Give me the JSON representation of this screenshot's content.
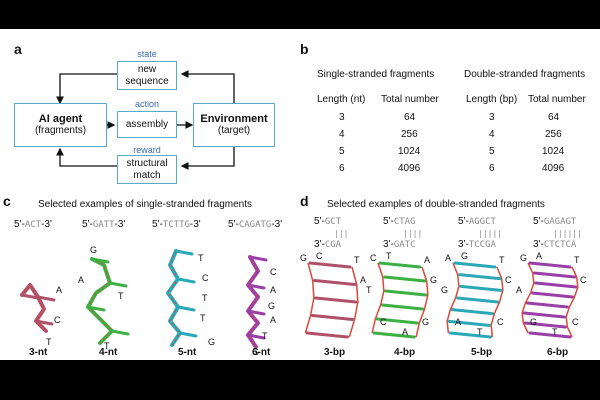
{
  "panels": {
    "a": "a",
    "b": "b",
    "c": "c",
    "d": "d"
  },
  "panel_a": {
    "state_label": "state",
    "state_line1": "new",
    "state_line2": "sequence",
    "action_label": "action",
    "assembly": "assembly",
    "reward_label": "reward",
    "reward_line1": "structural",
    "reward_line2": "match",
    "agent_title": "AI agent",
    "agent_sub": "(fragments)",
    "env_title": "Environment",
    "env_sub": "(target)"
  },
  "panel_b": {
    "ss_title": "Single-stranded fragments",
    "ds_title": "Double-stranded fragments",
    "ss_col1": "Length (nt)",
    "ss_col2": "Total number",
    "ds_col1": "Length (bp)",
    "ds_col2": "Total number",
    "rows": [
      {
        "len": "3",
        "num": "64"
      },
      {
        "len": "4",
        "num": "256"
      },
      {
        "len": "5",
        "num": "1024"
      },
      {
        "len": "6",
        "num": "4096"
      }
    ]
  },
  "panel_c": {
    "title": "Selected examples of single-stranded fragments",
    "items": [
      {
        "prefix": "5'-",
        "seq": "ACT",
        "suffix": "-3'",
        "caption": "3-nt",
        "letters": [
          "A",
          "C",
          "T"
        ],
        "color": "#b0506a"
      },
      {
        "prefix": "5'-",
        "seq": "GATT",
        "suffix": "-3'",
        "caption": "4-nt",
        "letters": [
          "G",
          "A",
          "T",
          "T"
        ],
        "color": "#3cb043"
      },
      {
        "prefix": "5'-",
        "seq": "TCTTG",
        "suffix": "-3'",
        "caption": "5-nt",
        "letters": [
          "T",
          "C",
          "T",
          "T",
          "G"
        ],
        "color": "#2aa8b8"
      },
      {
        "prefix": "5'-",
        "seq": "CAGATG",
        "suffix": "-3'",
        "caption": "6-nt",
        "letters": [
          "C",
          "A",
          "G",
          "A",
          "T",
          "G"
        ],
        "color": "#9b3fa8"
      }
    ]
  },
  "panel_d": {
    "title": "Selected examples of double-stranded fragments",
    "items": [
      {
        "top": "GCT",
        "bottom": "CGA",
        "pairs": "|||",
        "caption": "3-bp",
        "color": "#b0506a"
      },
      {
        "top": "CTAG",
        "bottom": "GATC",
        "pairs": "||||",
        "caption": "4-bp",
        "color": "#3cb043"
      },
      {
        "top": "AGGCT",
        "bottom": "TCCGA",
        "pairs": "|||||",
        "caption": "5-bp",
        "color": "#2aa8b8"
      },
      {
        "top": "GAGAGT",
        "bottom": "CTCTCA",
        "pairs": "||||||",
        "caption": "6-bp",
        "color": "#9b3fa8"
      }
    ],
    "prefix5": "5'-",
    "prefix3": "3'-",
    "letters": [
      [
        "G",
        "C",
        "T",
        "A"
      ],
      [
        "C",
        "T",
        "A",
        "G",
        "T",
        "C",
        "A",
        "G"
      ],
      [
        "A",
        "G",
        "T",
        "C",
        "G",
        "A",
        "T",
        "C"
      ],
      [
        "G",
        "A",
        "T",
        "C",
        "A",
        "G",
        "T",
        "C"
      ]
    ]
  }
}
